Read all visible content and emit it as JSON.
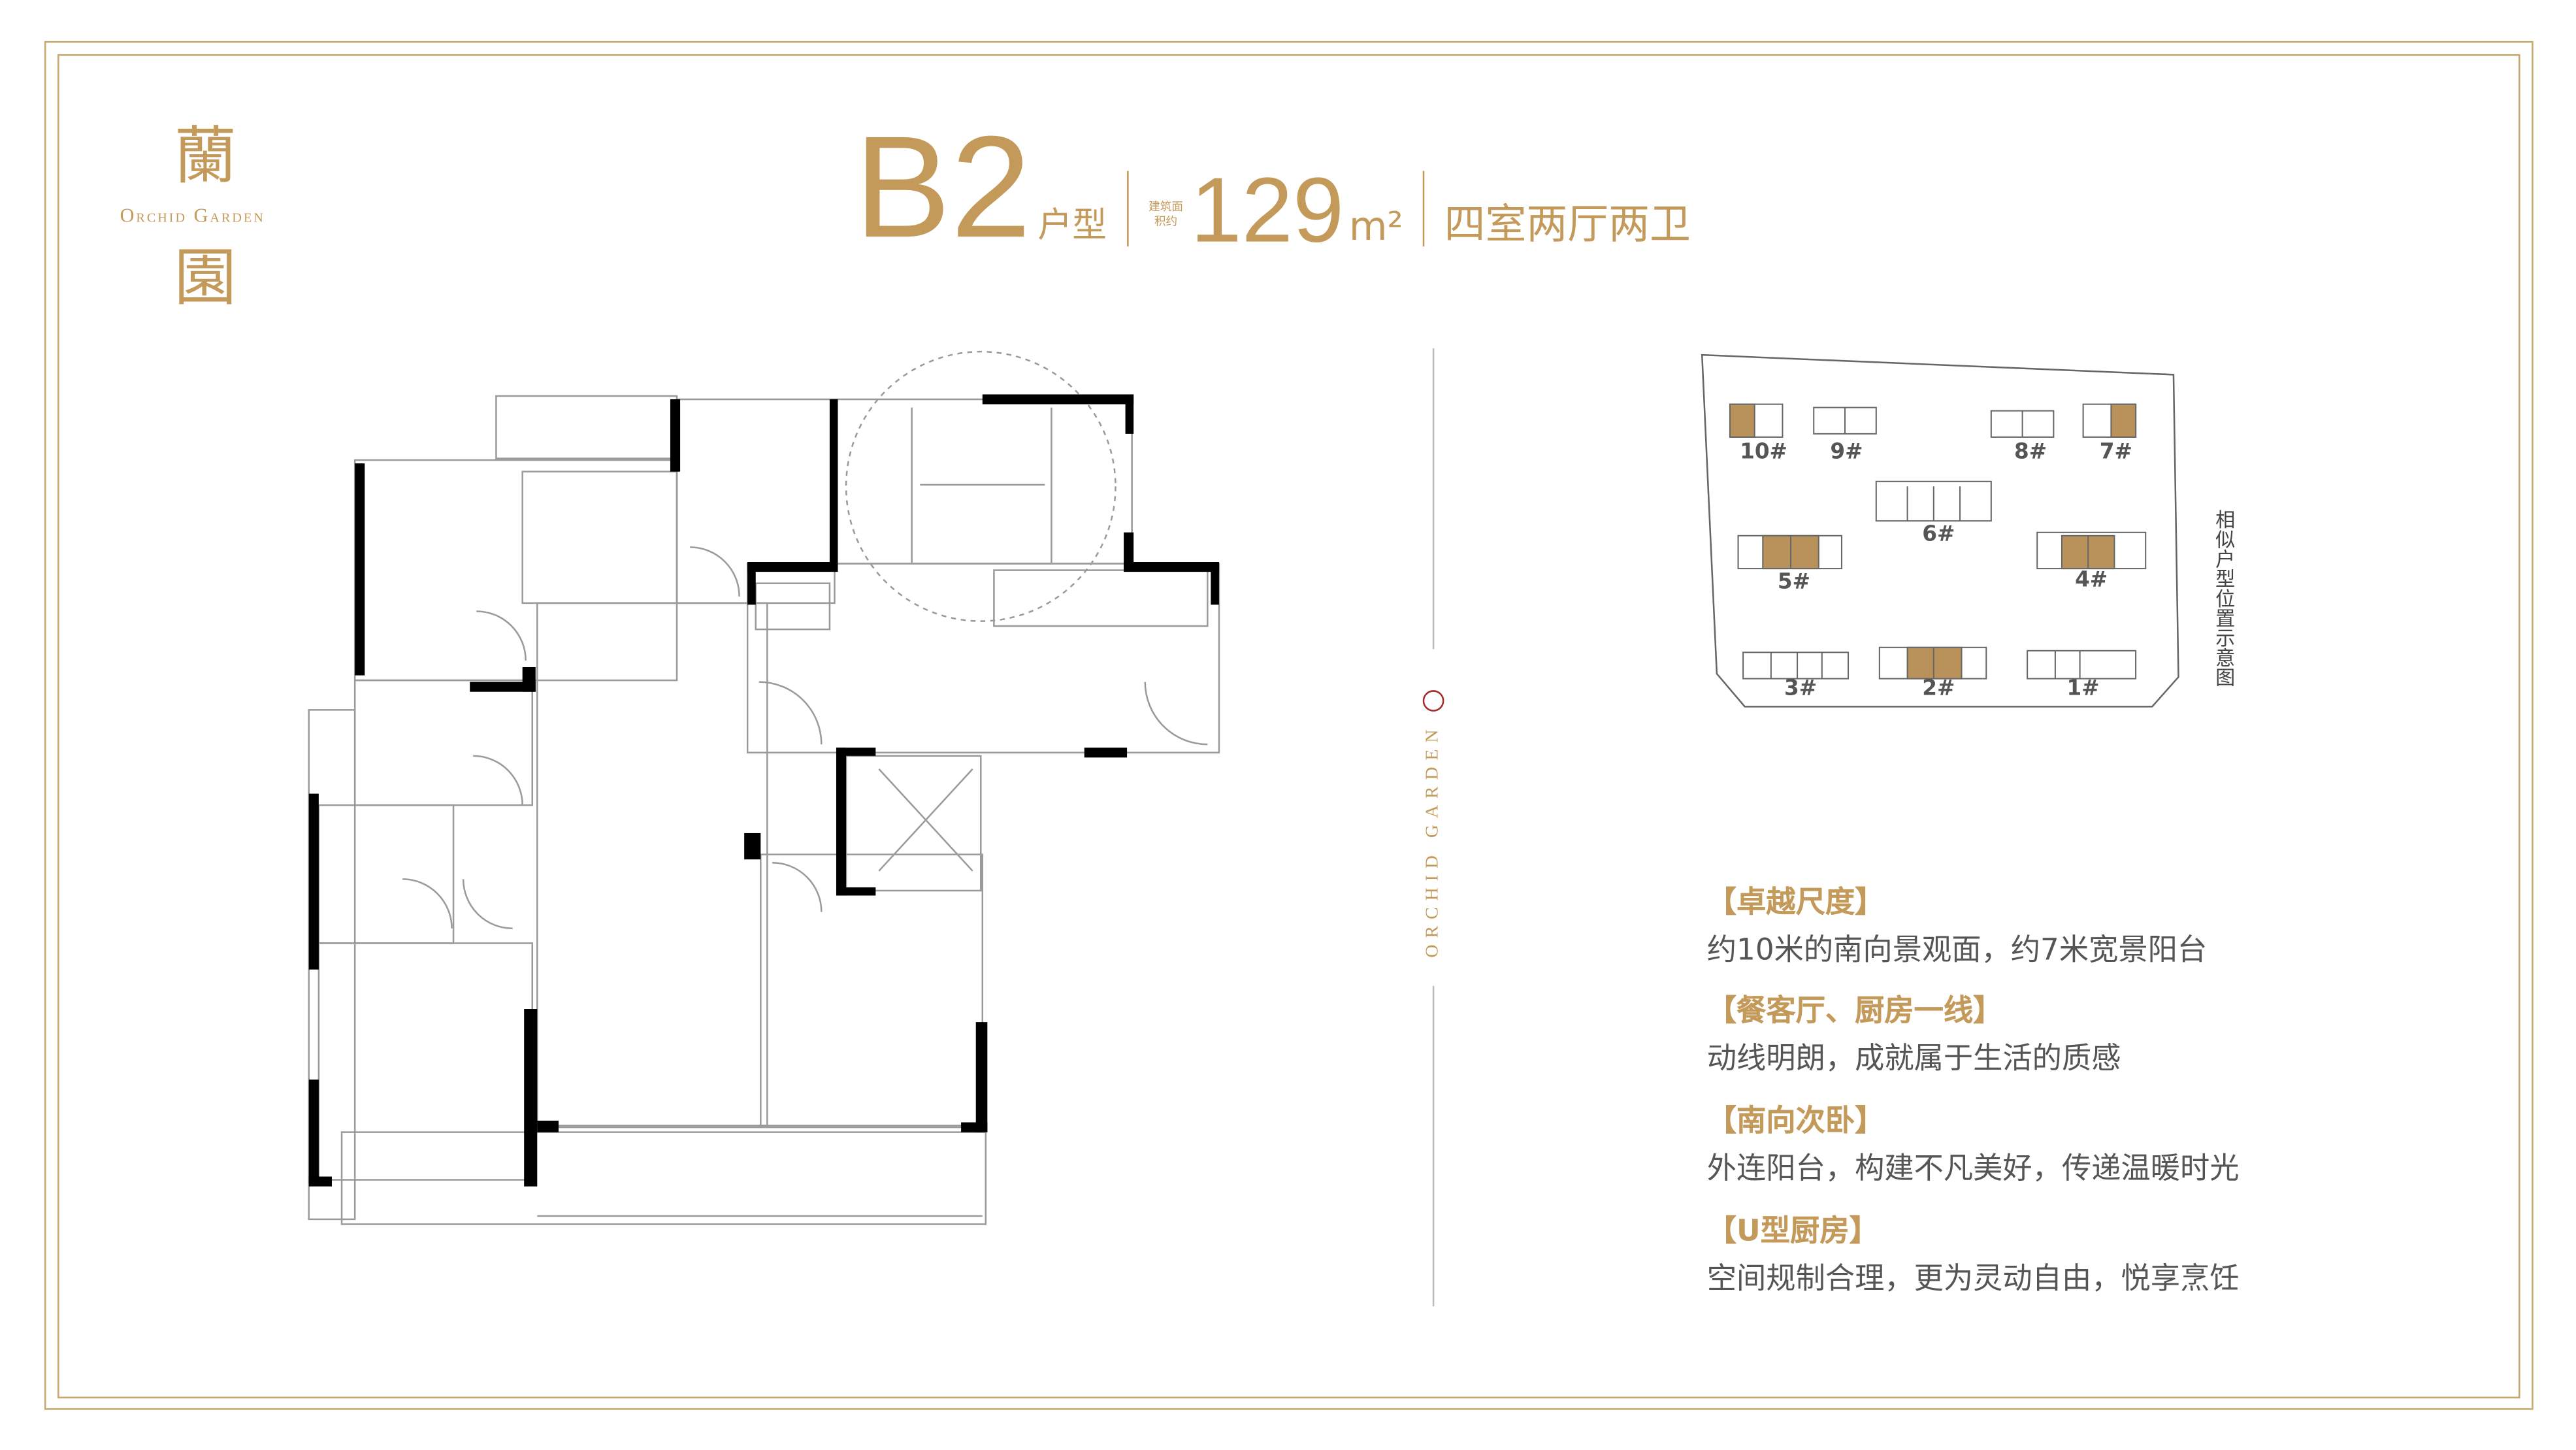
{
  "brand": {
    "logo_top": "蘭",
    "logo_bottom": "園",
    "logo_en": "Orchid Garden",
    "vertical_en": "ORCHID GARDEN"
  },
  "header": {
    "unit": "B2",
    "unit_suffix": "户型",
    "area_label": "建筑面积约",
    "area_value": "129",
    "area_unit": "m²",
    "layout": "四室两厅两卫"
  },
  "site_map": {
    "caption": "相似户型位置示意图",
    "buildings": [
      "10#",
      "9#",
      "8#",
      "7#",
      "6#",
      "5#",
      "4#",
      "3#",
      "2#",
      "1#"
    ]
  },
  "features": [
    {
      "title": "【卓越尺度】",
      "text": "约10米的南向景观面，约7米宽景阳台"
    },
    {
      "title": "【餐客厅、厨房一线】",
      "text": "动线明朗，成就属于生活的质感"
    },
    {
      "title": "【南向次卧】",
      "text": "外连阳台，构建不凡美好，传递温暖时光"
    },
    {
      "title": "【U型厨房】",
      "text": "空间规制合理，更为灵动自由，悦享烹饪"
    }
  ],
  "colors": {
    "gold": "#c49a5a",
    "highlight": "#b8925a",
    "wall": "#000000",
    "text": "#555555",
    "seal": "#a52a2a"
  }
}
